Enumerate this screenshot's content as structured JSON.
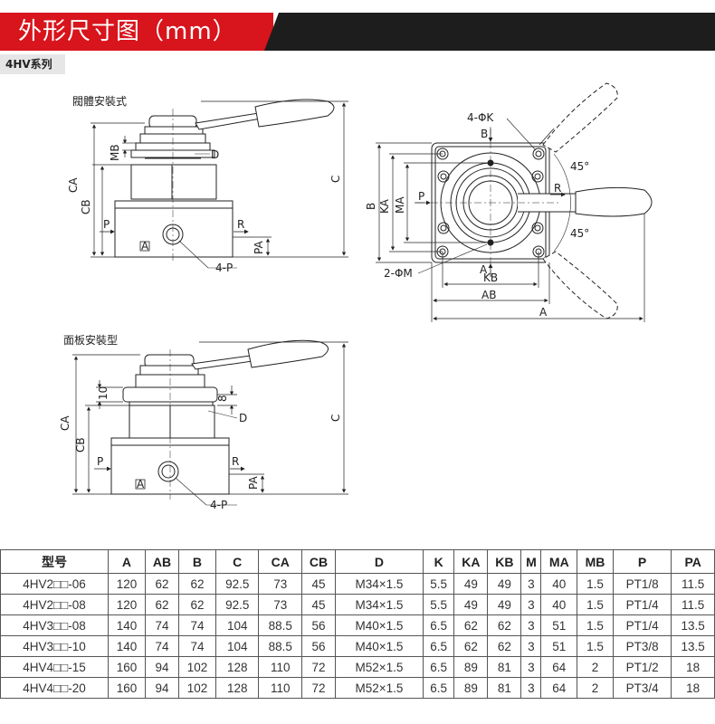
{
  "header": {
    "title": "外形尺寸图（mm）",
    "accent": "#d8141c",
    "dark": "#1d1d1d"
  },
  "series_tag": "4HV系列",
  "views": {
    "valve_mount": "閥體安裝式",
    "panel_mount": "面板安裝型"
  },
  "dim_labels": {
    "C": "C",
    "CA": "CA",
    "CB": "CB",
    "MB": "MB",
    "D": "D",
    "P": "P",
    "R": "R",
    "PA": "PA",
    "four_P": "4-P",
    "A_mark": "A",
    "B": "B",
    "KA": "KA",
    "MA": "MA",
    "four_phiK": "4-ΦK",
    "two_phiM": "2-ΦM",
    "KB": "KB",
    "AB": "AB",
    "A": "A",
    "angle": "45°",
    "ten": "10",
    "eight": "8"
  },
  "table": {
    "headers": [
      "型号",
      "A",
      "AB",
      "B",
      "C",
      "CA",
      "CB",
      "D",
      "K",
      "KA",
      "KB",
      "M",
      "MA",
      "MB",
      "P",
      "PA"
    ],
    "rows": [
      [
        "4HV2□□-06",
        "120",
        "62",
        "62",
        "92.5",
        "73",
        "45",
        "M34×1.5",
        "5.5",
        "49",
        "49",
        "3",
        "40",
        "1.5",
        "PT1/8",
        "11.5"
      ],
      [
        "4HV2□□-08",
        "120",
        "62",
        "62",
        "92.5",
        "73",
        "45",
        "M34×1.5",
        "5.5",
        "49",
        "49",
        "3",
        "40",
        "1.5",
        "PT1/4",
        "11.5"
      ],
      [
        "4HV3□□-08",
        "140",
        "74",
        "74",
        "104",
        "88.5",
        "56",
        "M40×1.5",
        "6.5",
        "62",
        "62",
        "3",
        "51",
        "1.5",
        "PT1/4",
        "13.5"
      ],
      [
        "4HV3□□-10",
        "140",
        "74",
        "74",
        "104",
        "88.5",
        "56",
        "M40×1.5",
        "6.5",
        "62",
        "62",
        "3",
        "51",
        "1.5",
        "PT3/8",
        "13.5"
      ],
      [
        "4HV4□□-15",
        "160",
        "94",
        "102",
        "128",
        "110",
        "72",
        "M52×1.5",
        "6.5",
        "89",
        "81",
        "3",
        "64",
        "2",
        "PT1/2",
        "18"
      ],
      [
        "4HV4□□-20",
        "160",
        "94",
        "102",
        "128",
        "110",
        "72",
        "M52×1.5",
        "6.5",
        "89",
        "81",
        "3",
        "64",
        "2",
        "PT3/4",
        "18"
      ]
    ]
  }
}
